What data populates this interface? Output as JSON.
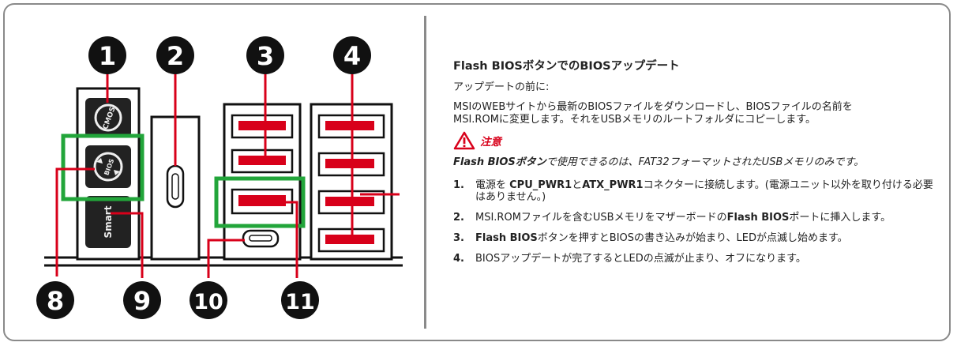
{
  "diagram": {
    "callouts": [
      "1",
      "2",
      "3",
      "4",
      "8",
      "9",
      "10",
      "11"
    ],
    "button_labels": {
      "cmos": "CMOS",
      "bios": "BIOS",
      "smart": "Smart"
    },
    "colors": {
      "red": "#d8001a",
      "green": "#22a53a",
      "black": "#111111"
    }
  },
  "content": {
    "title": "Flash BIOSボタンでのBIOSアップデート",
    "before_update": "アップデートの前に:",
    "download_para": [
      "MSIのWEBサイトから最新のBIOSファイルをダウンロードし、BIOSファイルの名前を",
      "MSI.ROMに変更します。それをUSBメモリのルートフォルダにコピーします。"
    ],
    "caution_label": "注意",
    "note": {
      "bold": "Flash BIOSボタン",
      "rest": "で使用できるのは、FAT32フォーマットされたUSBメモリのみです。"
    },
    "steps": [
      {
        "num": "1.",
        "parts": [
          {
            "t": "電源を ",
            "b": false
          },
          {
            "t": "CPU_PWR1",
            "b": true
          },
          {
            "t": "と",
            "b": false
          },
          {
            "t": "ATX_PWR1",
            "b": true
          },
          {
            "t": "コネクターに接続します。(電源ユニット以外を取り付ける必要はありません。)",
            "b": false
          }
        ]
      },
      {
        "num": "2.",
        "parts": [
          {
            "t": "MSI.ROMファイルを含むUSBメモリをマザーボードの",
            "b": false
          },
          {
            "t": "Flash BIOS",
            "b": true
          },
          {
            "t": "ポートに挿入します。",
            "b": false
          }
        ]
      },
      {
        "num": "3.",
        "parts": [
          {
            "t": "Flash BIOS",
            "b": true
          },
          {
            "t": "ボタンを押すとBIOSの書き込みが始まり、LEDが点滅し始めます。",
            "b": false
          }
        ]
      },
      {
        "num": "4.",
        "parts": [
          {
            "t": "BIOSアップデートが完了するとLEDの点滅が止まり、オフになります。",
            "b": false
          }
        ]
      }
    ]
  }
}
